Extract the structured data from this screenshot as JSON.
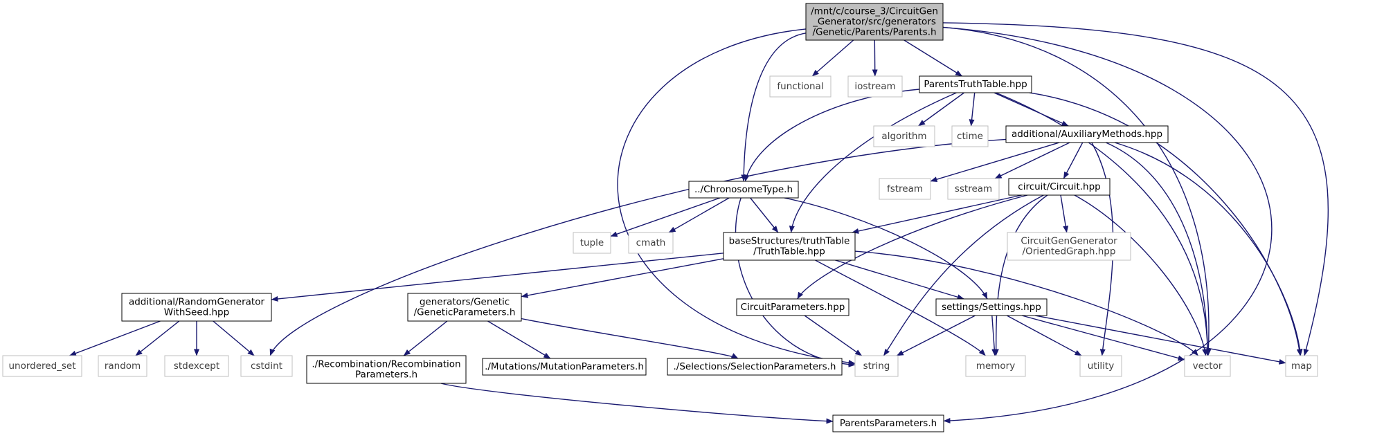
{
  "colors": {
    "edge": "#191970",
    "node_border": "#000000",
    "ext_border": "#bfbfbf",
    "ext_text": "#404040",
    "root_fill": "#bfbfbf",
    "background": "#ffffff"
  },
  "nodes": [
    {
      "id": "root",
      "lines": [
        "/mnt/c/course_3/CircuitGen",
        "_Generator/src/generators",
        "/Genetic/Parents/Parents.h"
      ],
      "kind": "root"
    },
    {
      "id": "functional",
      "lines": [
        "functional"
      ],
      "kind": "external"
    },
    {
      "id": "iostream",
      "lines": [
        "iostream"
      ],
      "kind": "external"
    },
    {
      "id": "ptt",
      "lines": [
        "ParentsTruthTable.hpp"
      ],
      "kind": "file"
    },
    {
      "id": "algorithm",
      "lines": [
        "algorithm"
      ],
      "kind": "external"
    },
    {
      "id": "ctime",
      "lines": [
        "ctime"
      ],
      "kind": "external"
    },
    {
      "id": "aux",
      "lines": [
        "additional/AuxiliaryMethods.hpp"
      ],
      "kind": "file"
    },
    {
      "id": "chrono",
      "lines": [
        "../ChronosomeType.h"
      ],
      "kind": "file"
    },
    {
      "id": "fstream",
      "lines": [
        "fstream"
      ],
      "kind": "external"
    },
    {
      "id": "sstream",
      "lines": [
        "sstream"
      ],
      "kind": "external"
    },
    {
      "id": "circuit",
      "lines": [
        "circuit/Circuit.hpp"
      ],
      "kind": "file"
    },
    {
      "id": "tuple",
      "lines": [
        "tuple"
      ],
      "kind": "external"
    },
    {
      "id": "cmath",
      "lines": [
        "cmath"
      ],
      "kind": "external"
    },
    {
      "id": "truth",
      "lines": [
        "baseStructures/truthTable",
        "/TruthTable.hpp"
      ],
      "kind": "file"
    },
    {
      "id": "oriented",
      "lines": [
        "CircuitGenGenerator",
        "/OrientedGraph.hpp"
      ],
      "kind": "external"
    },
    {
      "id": "rng",
      "lines": [
        "additional/RandomGenerator",
        "WithSeed.hpp"
      ],
      "kind": "file"
    },
    {
      "id": "genparams",
      "lines": [
        "generators/Genetic",
        "/GeneticParameters.h"
      ],
      "kind": "file"
    },
    {
      "id": "circparams",
      "lines": [
        "CircuitParameters.hpp"
      ],
      "kind": "file"
    },
    {
      "id": "settings",
      "lines": [
        "settings/Settings.hpp"
      ],
      "kind": "file"
    },
    {
      "id": "unordered_set",
      "lines": [
        "unordered_set"
      ],
      "kind": "external"
    },
    {
      "id": "random",
      "lines": [
        "random"
      ],
      "kind": "external"
    },
    {
      "id": "stdexcept",
      "lines": [
        "stdexcept"
      ],
      "kind": "external"
    },
    {
      "id": "cstdint",
      "lines": [
        "cstdint"
      ],
      "kind": "external"
    },
    {
      "id": "recomb",
      "lines": [
        "./Recombination/Recombination",
        "Parameters.h"
      ],
      "kind": "file"
    },
    {
      "id": "mutation",
      "lines": [
        "./Mutations/MutationParameters.h"
      ],
      "kind": "file"
    },
    {
      "id": "selection",
      "lines": [
        "./Selections/SelectionParameters.h"
      ],
      "kind": "file"
    },
    {
      "id": "string",
      "lines": [
        "string"
      ],
      "kind": "external"
    },
    {
      "id": "memory",
      "lines": [
        "memory"
      ],
      "kind": "external"
    },
    {
      "id": "utility",
      "lines": [
        "utility"
      ],
      "kind": "external"
    },
    {
      "id": "vector",
      "lines": [
        "vector"
      ],
      "kind": "external"
    },
    {
      "id": "map",
      "lines": [
        "map"
      ],
      "kind": "external"
    },
    {
      "id": "parentsparams",
      "lines": [
        "ParentsParameters.h"
      ],
      "kind": "file"
    }
  ],
  "edges": [
    [
      "root",
      "functional"
    ],
    [
      "root",
      "iostream"
    ],
    [
      "root",
      "ptt"
    ],
    [
      "root",
      "chrono"
    ],
    [
      "root",
      "string"
    ],
    [
      "root",
      "vector"
    ],
    [
      "root",
      "map"
    ],
    [
      "root",
      "parentsparams"
    ],
    [
      "ptt",
      "algorithm"
    ],
    [
      "ptt",
      "ctime"
    ],
    [
      "ptt",
      "aux"
    ],
    [
      "ptt",
      "chrono"
    ],
    [
      "ptt",
      "truth"
    ],
    [
      "ptt",
      "vector"
    ],
    [
      "ptt",
      "map"
    ],
    [
      "aux",
      "cstdint"
    ],
    [
      "aux",
      "fstream"
    ],
    [
      "aux",
      "sstream"
    ],
    [
      "aux",
      "circuit"
    ],
    [
      "aux",
      "utility"
    ],
    [
      "aux",
      "vector"
    ],
    [
      "aux",
      "map"
    ],
    [
      "chrono",
      "tuple"
    ],
    [
      "chrono",
      "cmath"
    ],
    [
      "chrono",
      "truth"
    ],
    [
      "chrono",
      "settings"
    ],
    [
      "chrono",
      "string"
    ],
    [
      "circuit",
      "truth"
    ],
    [
      "circuit",
      "oriented"
    ],
    [
      "circuit",
      "circparams"
    ],
    [
      "circuit",
      "string"
    ],
    [
      "circuit",
      "memory"
    ],
    [
      "circuit",
      "vector"
    ],
    [
      "truth",
      "rng"
    ],
    [
      "truth",
      "genparams"
    ],
    [
      "truth",
      "settings"
    ],
    [
      "truth",
      "memory"
    ],
    [
      "truth",
      "vector"
    ],
    [
      "rng",
      "unordered_set"
    ],
    [
      "rng",
      "random"
    ],
    [
      "rng",
      "stdexcept"
    ],
    [
      "rng",
      "cstdint"
    ],
    [
      "genparams",
      "recomb"
    ],
    [
      "genparams",
      "mutation"
    ],
    [
      "genparams",
      "selection"
    ],
    [
      "circparams",
      "string"
    ],
    [
      "settings",
      "string"
    ],
    [
      "settings",
      "memory"
    ],
    [
      "settings",
      "utility"
    ],
    [
      "settings",
      "vector"
    ],
    [
      "settings",
      "map"
    ],
    [
      "recomb",
      "parentsparams"
    ]
  ]
}
